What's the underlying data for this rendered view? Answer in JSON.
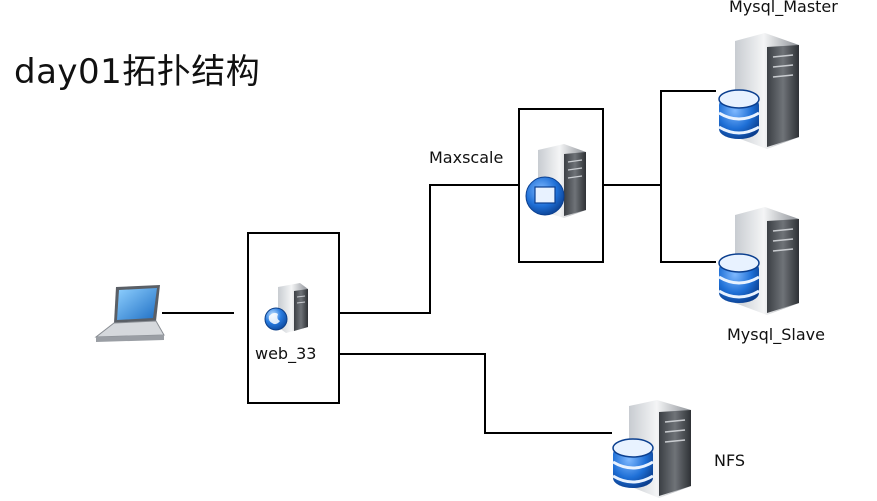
{
  "diagram": {
    "title": "day01拓扑结构",
    "nodes": {
      "client": {
        "icon": "laptop-icon",
        "label": ""
      },
      "web": {
        "icon": "web-server-icon",
        "label": "web_33"
      },
      "maxscale": {
        "icon": "proxy-server-icon",
        "label": "Maxscale"
      },
      "master": {
        "icon": "database-server-icon",
        "label": "Mysql_Master"
      },
      "slave": {
        "icon": "database-server-icon",
        "label": "Mysql_Slave"
      },
      "nfs": {
        "icon": "database-server-icon",
        "label": "NFS"
      }
    },
    "links": [
      {
        "from": "client",
        "to": "web"
      },
      {
        "from": "web",
        "to": "maxscale"
      },
      {
        "from": "web",
        "to": "nfs"
      },
      {
        "from": "maxscale",
        "to": "master"
      },
      {
        "from": "maxscale",
        "to": "slave"
      }
    ],
    "colors": {
      "line": "#000000",
      "server_body": "#6f7378",
      "database_blue": "#1e6fd6",
      "globe_blue": "#2a7de1",
      "laptop_screen": "#2f86d6"
    }
  }
}
